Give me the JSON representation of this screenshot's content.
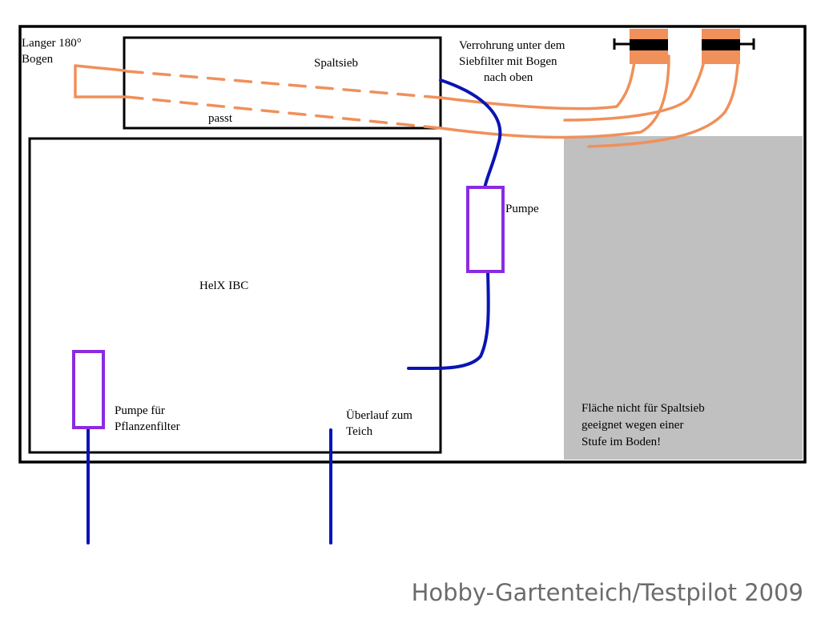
{
  "diagram": {
    "labels": {
      "langer_bogen": [
        "Langer 180°",
        "Bogen"
      ],
      "spaltsieb": "Spaltsieb",
      "verrohrung": [
        "Verrohrung unter dem",
        "Siebfilter mit Bogen",
        "nach oben"
      ],
      "passt": "passt",
      "pumpe": "Pumpe",
      "helx": "HelX IBC",
      "pumpe_pflanzenfilter": [
        "Pumpe für",
        "Pflanzenfilter"
      ],
      "ueberlauf": [
        "Überlauf zum",
        "Teich"
      ],
      "flaeche": [
        "Fläche nicht für Spaltsieb",
        "geeignet wegen einer",
        "Stufe im Boden!"
      ]
    },
    "credit": "Hobby-Gartenteich/Testpilot 2009",
    "colors": {
      "outline": "#000000",
      "pipe": "#f0905a",
      "valve": "#f0905a",
      "valve_band": "#000000",
      "hose": "#0a14b4",
      "pump": "#8a2be2",
      "area": "#c0c0c0",
      "credit": "#6b6b6b"
    }
  }
}
